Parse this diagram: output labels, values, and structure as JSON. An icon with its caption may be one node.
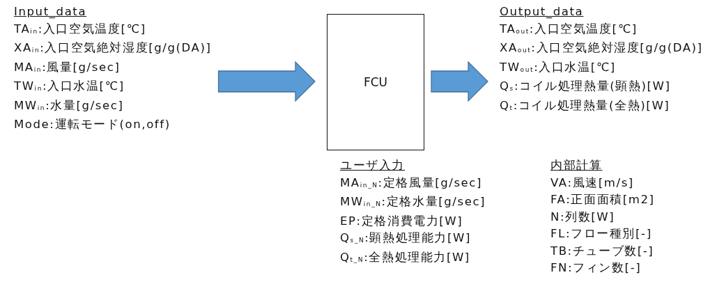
{
  "diagram": {
    "nodes": [
      {
        "text": [
          "Input_data",
          "TA$_{in}$:入口空気温度[℃]",
          "XA$_{in}$:入口空気絶対湿度[g/g(DA)]",
          "MA$_{in}$:風量[g/sec]",
          "TW$_{in}$:入口水温[℃]",
          "MW$_{in}$:水量[g/sec]",
          "Mode:運転モード(on,off)"
        ]
      },
      {
        "text": [
          "FCU"
        ]
      },
      {
        "text": [
          "Output_data",
          "TA$_{out}$:入口空気温度[℃]",
          "XA$_{out}$:入口空気絶対湿度[g/g(DA)]",
          "TW$_{out}$:入口水温[℃]",
          "Q$_{s}$:コイル処理熱量(顕熱)[W]",
          "Q$_{t}$:コイル処理熱量(全熱)[W]"
        ]
      }
    ],
    "edges": [
      {
        "from": 0,
        "to": 1,
        "arrow": "to"
      },
      {
        "from": 1,
        "to": 2,
        "arrow": "to"
      }
    ],
    "labels": [
      "ユーザ入力",
      "MA$_{in_N}$:定格風量[g/sec]",
      "MW$_{in_N}$:定格水量[g/sec]",
      "EP:定格消費電力[W]",
      "Q$_{s_N}$:顕熱処理能力[W]",
      "Q$_{t_N}$:全熱処理能力[W]",
      "内部計算",
      "VA:風速[m/s]",
      "FA:正面面積[m2]",
      "N:列数[W]",
      "FL:フロー種別[-]",
      "TB:チューブ数[-]",
      "FN:フィン数[-]"
    ]
  }
}
